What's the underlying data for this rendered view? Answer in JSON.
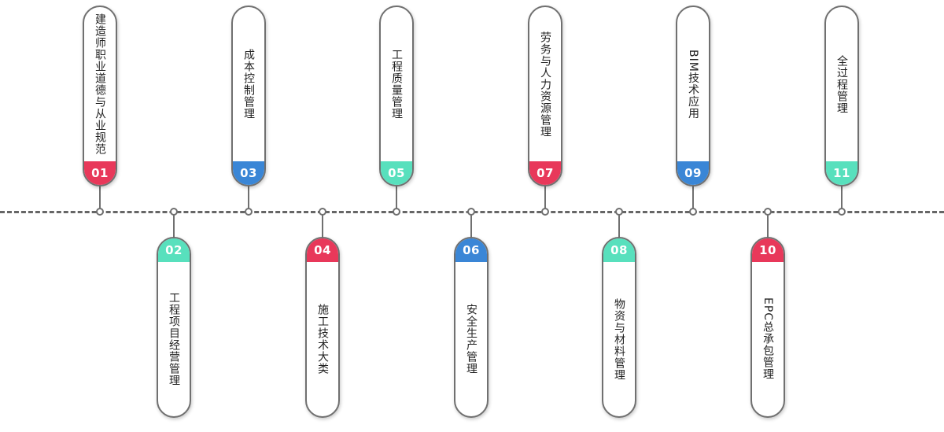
{
  "colors": {
    "red": "#e8385a",
    "blue": "#3a86d6",
    "teal": "#58e0bd",
    "line": "#666666"
  },
  "items": [
    {
      "number": "01",
      "label": "建造师职业道德与从业规范",
      "color": "red",
      "position": "top"
    },
    {
      "number": "02",
      "label": "工程项目经营管理",
      "color": "teal",
      "position": "bottom"
    },
    {
      "number": "03",
      "label": "成本控制管理",
      "color": "blue",
      "position": "top"
    },
    {
      "number": "04",
      "label": "施工技术大类",
      "color": "red",
      "position": "bottom"
    },
    {
      "number": "05",
      "label": "工程质量管理",
      "color": "teal",
      "position": "top"
    },
    {
      "number": "06",
      "label": "安全生产管理",
      "color": "blue",
      "position": "bottom"
    },
    {
      "number": "07",
      "label": "劳务与人力资源管理",
      "color": "red",
      "position": "top"
    },
    {
      "number": "08",
      "label": "物资与材料管理",
      "color": "teal",
      "position": "bottom"
    },
    {
      "number": "09",
      "label": "BIM技术应用",
      "color": "blue",
      "position": "top"
    },
    {
      "number": "10",
      "label": "EPC总承包管理",
      "color": "red",
      "position": "bottom"
    },
    {
      "number": "11",
      "label": "全过程管理",
      "color": "teal",
      "position": "top"
    }
  ]
}
